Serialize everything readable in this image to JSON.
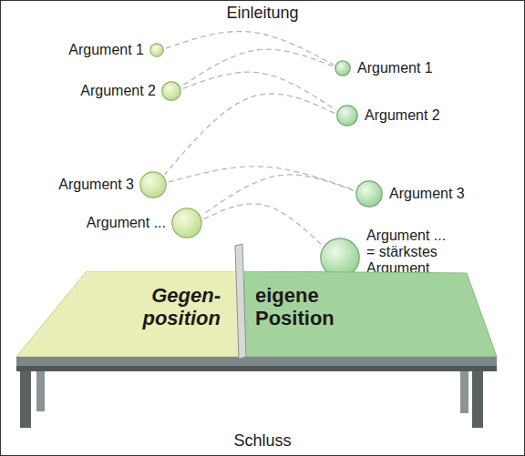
{
  "diagram": {
    "nodes": [
      {
        "text": [
          "Argument 1"
        ]
      },
      {
        "text": [
          "Argument 1"
        ]
      },
      {
        "text": [
          "Argument 2"
        ]
      },
      {
        "text": [
          "Argument 2"
        ]
      },
      {
        "text": [
          "Argument 3"
        ]
      },
      {
        "text": [
          "Argument 3"
        ]
      },
      {
        "text": [
          "Argument ..."
        ]
      },
      {
        "text": [
          "Argument ... = stärkstes Argument"
        ]
      },
      {
        "text": [
          "Gegen- position"
        ]
      },
      {
        "text": [
          "eigene Position"
        ]
      }
    ],
    "edges": [
      {
        "from": 0,
        "to": 1,
        "arrow": "none"
      },
      {
        "from": 1,
        "to": 2,
        "arrow": "none"
      },
      {
        "from": 2,
        "to": 3,
        "arrow": "none"
      },
      {
        "from": 3,
        "to": 4,
        "arrow": "none"
      },
      {
        "from": 4,
        "to": 5,
        "arrow": "none"
      },
      {
        "from": 5,
        "to": 6,
        "arrow": "none"
      },
      {
        "from": 6,
        "to": 7,
        "arrow": "none"
      }
    ],
    "labels": [
      "Einleitung",
      "Schluss"
    ]
  }
}
